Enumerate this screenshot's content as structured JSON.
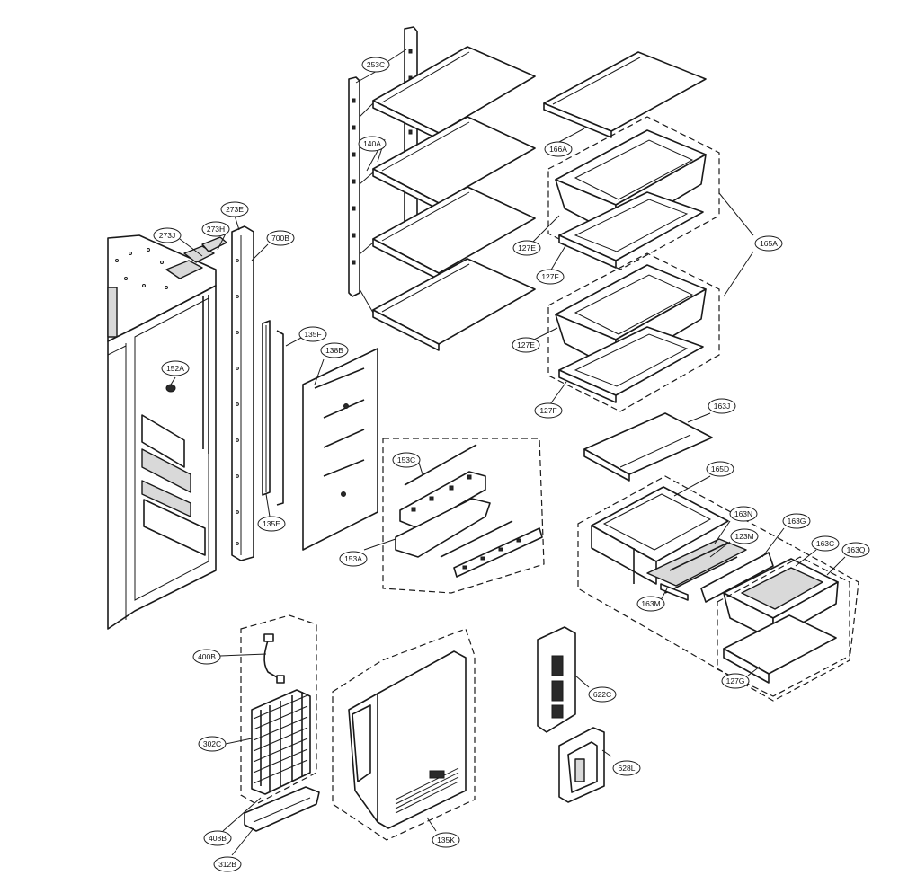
{
  "callouts": [
    {
      "id": "253C",
      "label": "253C"
    },
    {
      "id": "140A",
      "label": "140A"
    },
    {
      "id": "166A",
      "label": "166A"
    },
    {
      "id": "273E",
      "label": "273E"
    },
    {
      "id": "273J",
      "label": "273J"
    },
    {
      "id": "273H",
      "label": "273H"
    },
    {
      "id": "700B",
      "label": "700B"
    },
    {
      "id": "127E_top",
      "label": "127E"
    },
    {
      "id": "165A",
      "label": "165A"
    },
    {
      "id": "127F_top",
      "label": "127F"
    },
    {
      "id": "135F",
      "label": "135F"
    },
    {
      "id": "138B",
      "label": "138B"
    },
    {
      "id": "127E_bot",
      "label": "127E"
    },
    {
      "id": "152A",
      "label": "152A"
    },
    {
      "id": "127F_bot",
      "label": "127F"
    },
    {
      "id": "163J",
      "label": "163J"
    },
    {
      "id": "153C",
      "label": "153C"
    },
    {
      "id": "165D",
      "label": "165D"
    },
    {
      "id": "163N",
      "label": "163N"
    },
    {
      "id": "163G",
      "label": "163G"
    },
    {
      "id": "135E",
      "label": "135E"
    },
    {
      "id": "123M",
      "label": "123M"
    },
    {
      "id": "163C",
      "label": "163C"
    },
    {
      "id": "163Q",
      "label": "163Q"
    },
    {
      "id": "153A",
      "label": "153A"
    },
    {
      "id": "163M",
      "label": "163M"
    },
    {
      "id": "400B",
      "label": "400B"
    },
    {
      "id": "127G",
      "label": "127G"
    },
    {
      "id": "622C",
      "label": "622C"
    },
    {
      "id": "302C",
      "label": "302C"
    },
    {
      "id": "628L",
      "label": "628L"
    },
    {
      "id": "408B",
      "label": "408B"
    },
    {
      "id": "135K",
      "label": "135K"
    },
    {
      "id": "312B",
      "label": "312B"
    }
  ]
}
